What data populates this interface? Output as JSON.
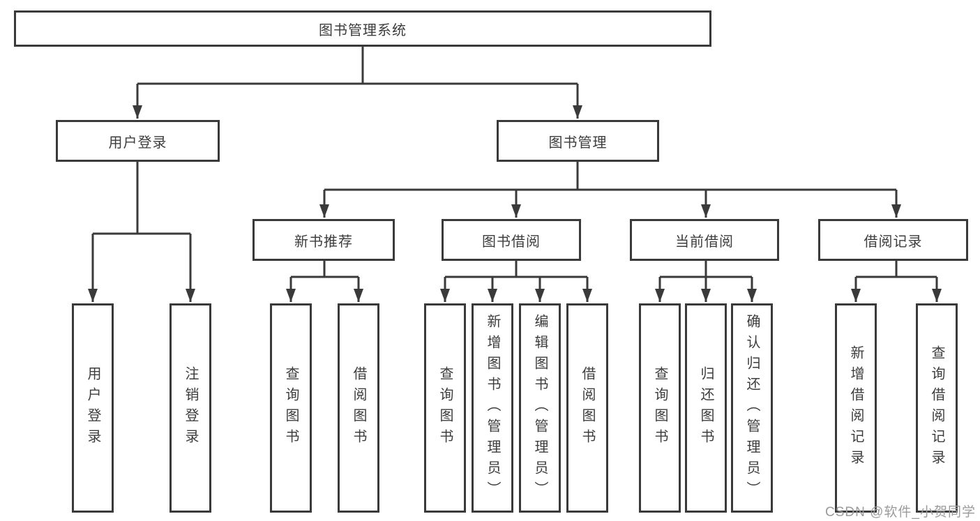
{
  "diagram": {
    "root": {
      "label": "图书管理系统"
    },
    "level2": [
      {
        "label": "用户登录"
      },
      {
        "label": "图书管理"
      }
    ],
    "level3": [
      {
        "label": "新书推荐"
      },
      {
        "label": "图书借阅"
      },
      {
        "label": "当前借阅"
      },
      {
        "label": "借阅记录"
      }
    ],
    "leaves": {
      "user_login": [
        {
          "label": "用户登录"
        },
        {
          "label": "注销登录"
        }
      ],
      "new_book": [
        {
          "label": "查询图书"
        },
        {
          "label": "借阅图书"
        }
      ],
      "book_borrow": [
        {
          "label": "查询图书"
        },
        {
          "label": "新增图书（管理员）"
        },
        {
          "label": "编辑图书（管理员）"
        },
        {
          "label": "借阅图书"
        }
      ],
      "current_borrow": [
        {
          "label": "查询图书"
        },
        {
          "label": "归还图书"
        },
        {
          "label": "确认归还（管理员）"
        }
      ],
      "borrow_records": [
        {
          "label": "新增借阅记录"
        },
        {
          "label": "查询借阅记录"
        }
      ]
    },
    "colors": {
      "line": "#3a3a3a",
      "text": "#3d3d3d",
      "watermark": "#9b9b9b",
      "background": "#ffffff"
    },
    "watermark": {
      "text": "CSDN @软件_小贺同学"
    }
  }
}
